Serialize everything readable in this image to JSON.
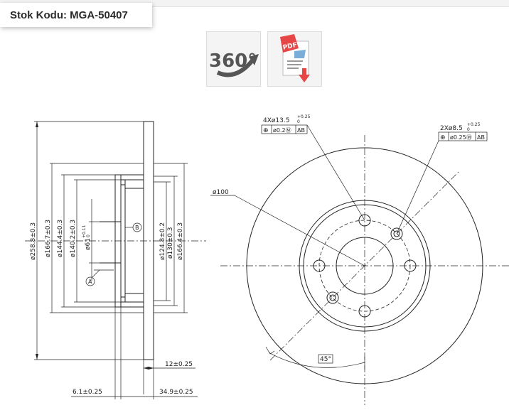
{
  "header": {
    "stock_code": "Stok Kodu: MGA-50407"
  },
  "toolbar": {
    "view360_label": "360°",
    "pdf_label": "PDF"
  },
  "side_view": {
    "left_dims": [
      "ø258.8±0.3",
      "ø166.7±0.3",
      "ø144.4±0.3",
      "ø140.2±0.3",
      "ø61"
    ],
    "tol_61_upper": "+0.11",
    "tol_61_lower": "0",
    "right_dims": [
      "ø124.8±0.2",
      "ø130±0.3",
      "ø166.4±0.3"
    ],
    "datum_a": "A",
    "datum_b": "B",
    "bottom_dims": [
      "12±0.25",
      "6.1±0.25",
      "34.9±0.25"
    ]
  },
  "front_view": {
    "hole4_callout": "4Xø13.5",
    "hole4_tol": "+0.25",
    "hole4_tol_lower": "0",
    "hole4_fcf": [
      "⊕",
      "ø0.2Ⓜ",
      "AB"
    ],
    "hole2_callout": "2Xø8.5",
    "hole2_tol": "+0.25",
    "hole2_tol_lower": "0",
    "hole2_fcf": [
      "⊕",
      "ø0.25Ⓜ",
      "AB"
    ],
    "pcd": "ø100",
    "angle": "45°"
  }
}
